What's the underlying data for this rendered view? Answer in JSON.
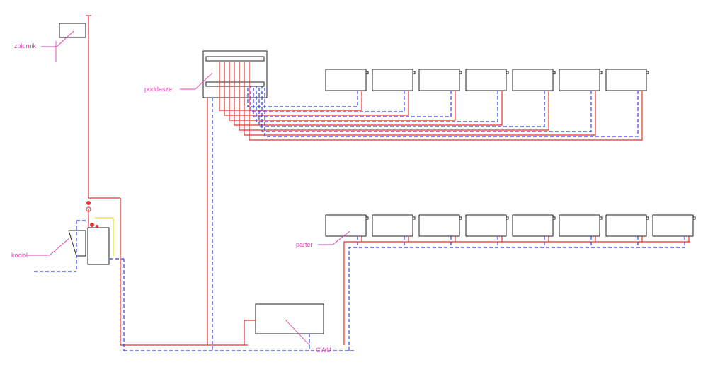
{
  "labels": {
    "tank": "zbiornik",
    "attic": "poddasze",
    "boiler": "kocioł",
    "ground_floor": "parter",
    "hot_water": "CWU"
  },
  "colors": {
    "supply": "#e53333",
    "return": "#2f3fe8",
    "leader": "#e040b0",
    "outline": "#222222",
    "safety": "#e8e02a"
  },
  "layout_legend": {
    "attic_radiators": 7,
    "ground_radiators": 8
  }
}
